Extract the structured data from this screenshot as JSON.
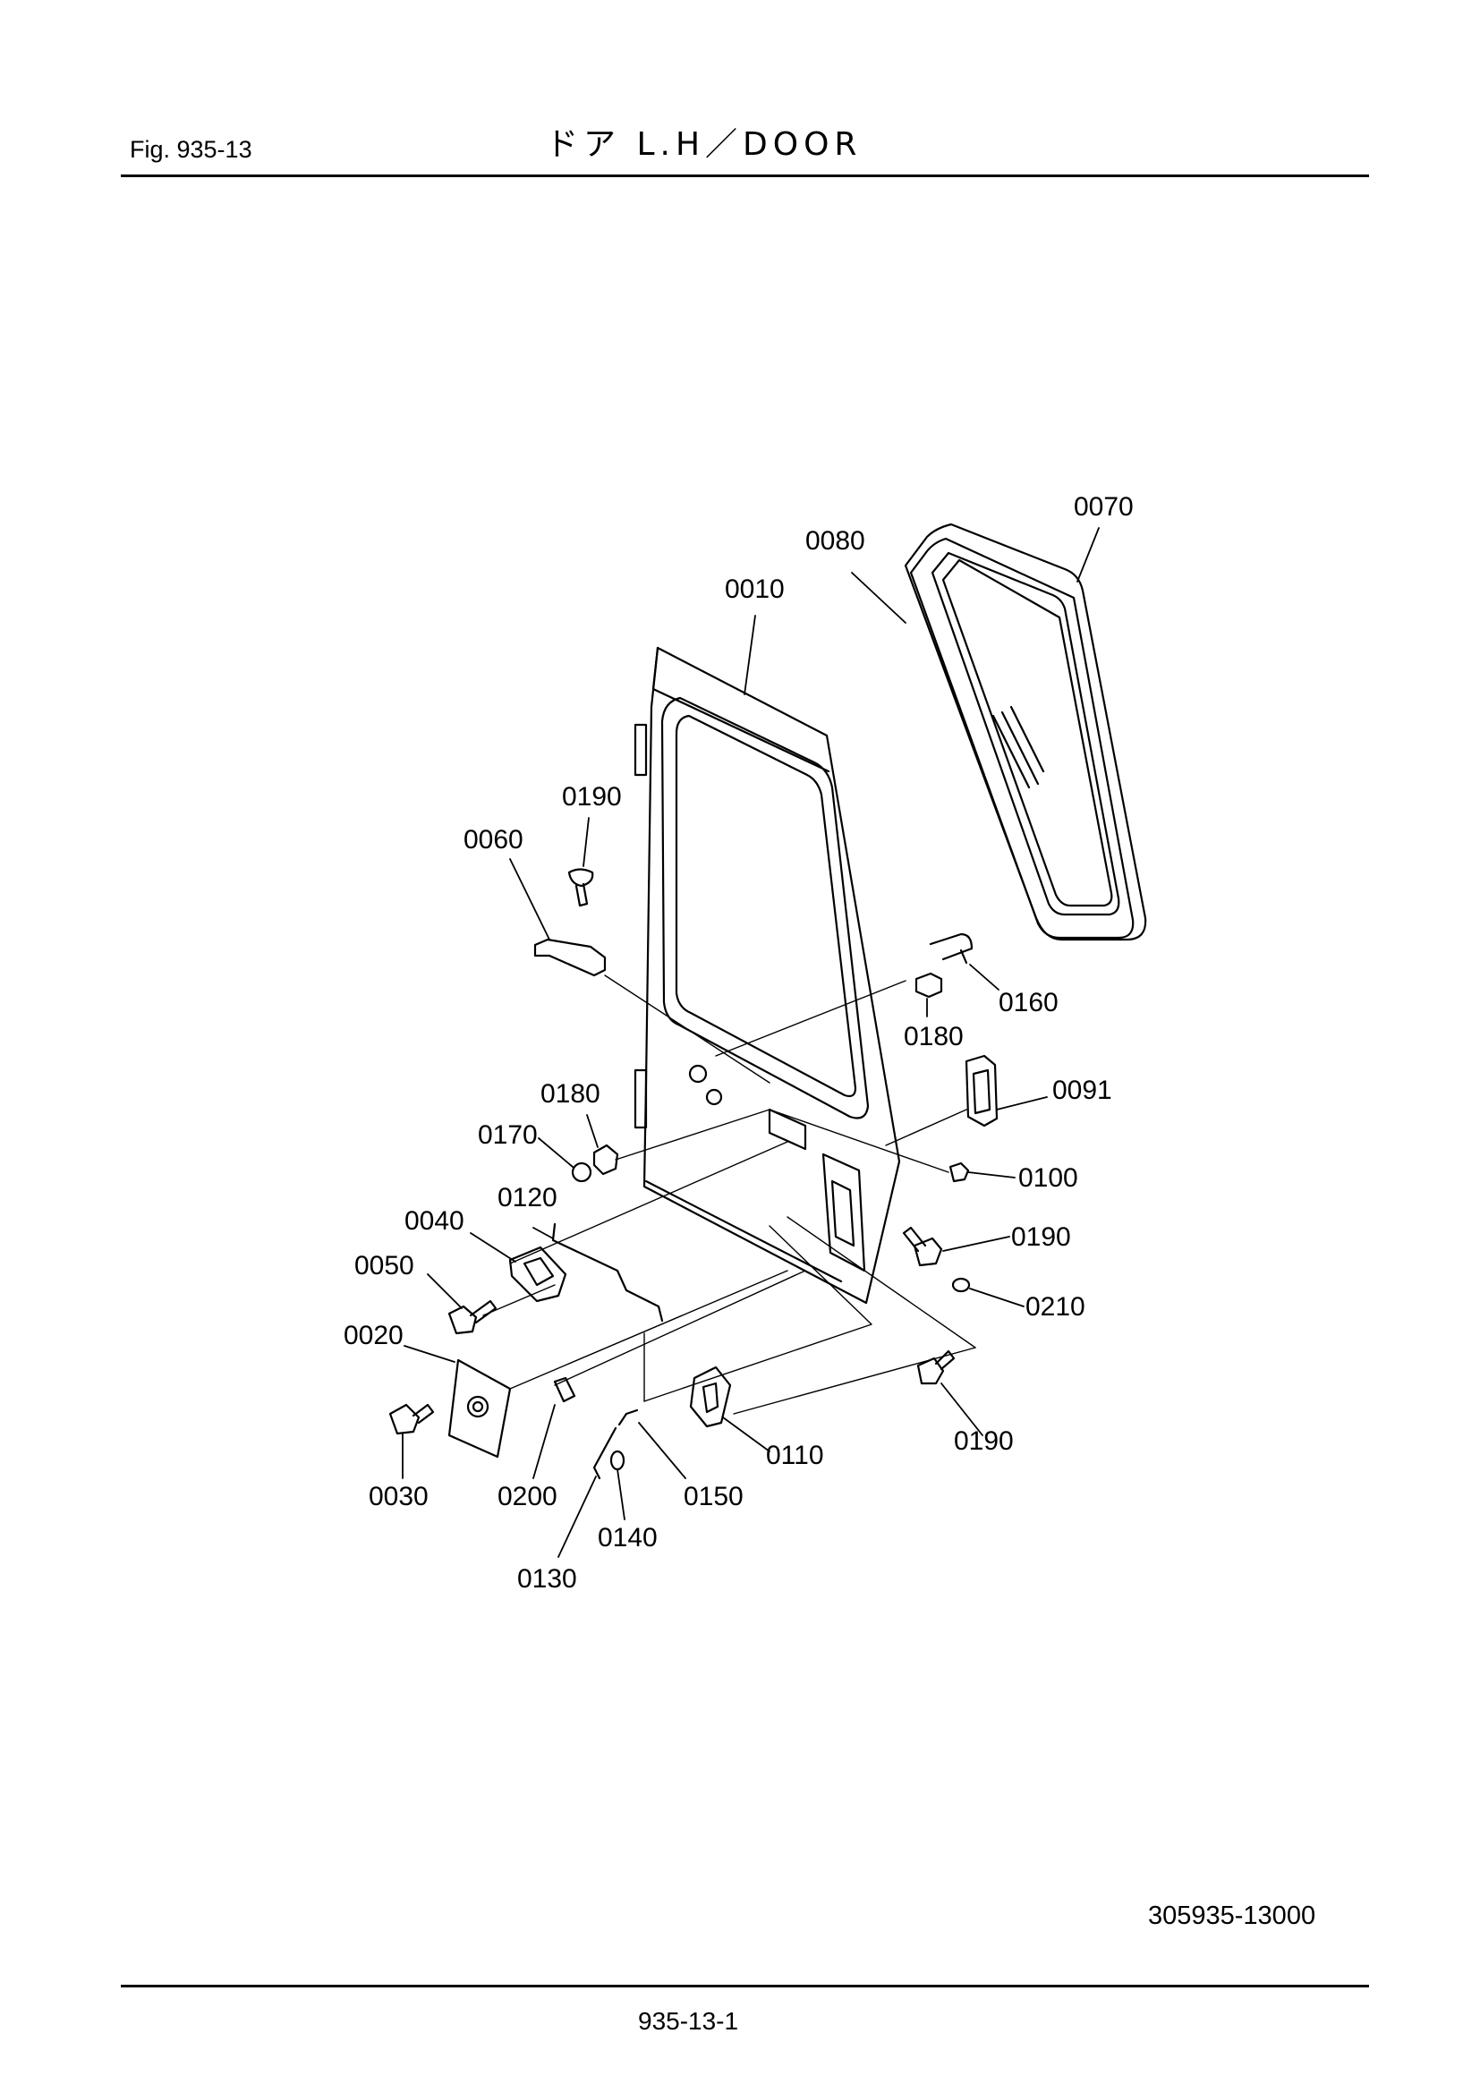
{
  "header": {
    "figure": "Fig.  935-13",
    "title": "ドア L.H／DOOR"
  },
  "parts": [
    {
      "no": "0070"
    },
    {
      "no": "0080"
    },
    {
      "no": "0010"
    },
    {
      "no": "0190"
    },
    {
      "no": "0060"
    },
    {
      "no": "0160"
    },
    {
      "no": "0180"
    },
    {
      "no": "0180"
    },
    {
      "no": "0091"
    },
    {
      "no": "0170"
    },
    {
      "no": "0100"
    },
    {
      "no": "0120"
    },
    {
      "no": "0040"
    },
    {
      "no": "0190"
    },
    {
      "no": "0050"
    },
    {
      "no": "0210"
    },
    {
      "no": "0020"
    },
    {
      "no": "0190"
    },
    {
      "no": "0110"
    },
    {
      "no": "0030"
    },
    {
      "no": "0200"
    },
    {
      "no": "0150"
    },
    {
      "no": "0140"
    },
    {
      "no": "0130"
    }
  ],
  "footer": {
    "drawing_number": "305935-13000",
    "page_number": "935-13-1"
  }
}
